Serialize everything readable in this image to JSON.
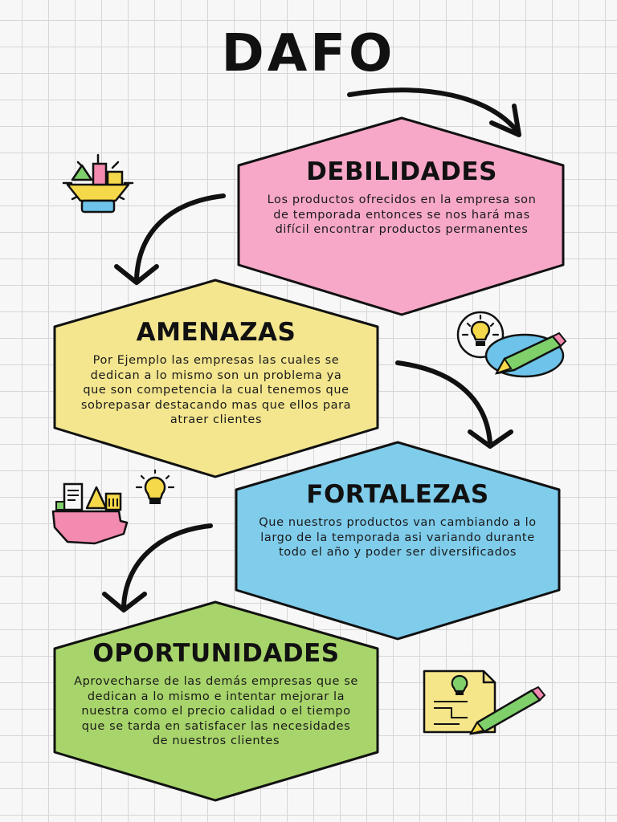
{
  "title": "DAFO",
  "cards": [
    {
      "heading": "DEBILIDADES",
      "body": "Los productos ofrecidos en la empresa son de temporada entonces se nos hará mas difícil encontrar productos permanentes",
      "color": "#f7a8c8"
    },
    {
      "heading": "AMENAZAS",
      "body": "Por Ejemplo las empresas las cuales se dedican a lo mismo son un problema ya que son competencia la cual tenemos que sobrepasar destacando mas que ellos para atraer clientes",
      "color": "#f4e68f"
    },
    {
      "heading": "FORTALEZAS",
      "body": "Que nuestros productos van cambiando a lo largo de la temporada asi variando durante todo el año y poder ser diversificados",
      "color": "#7fcceb"
    },
    {
      "heading": "OPORTUNIDADES",
      "body": "Aprovecharse de las demás empresas que se dedican a lo mismo e intentar mejorar la nuestra como el precio calidad o el tiempo que se tarda en satisfacer las necesidades de nuestros clientes",
      "color": "#a8d56b"
    }
  ],
  "icons": [
    "lightbulb-toolbox-icon",
    "lightbulb-pencil-icon",
    "toolbox-lightbulb-icon",
    "document-pencil-icon"
  ],
  "palette": {
    "ink": "#111111",
    "yellow": "#f6d94a",
    "blue": "#6ec3ea",
    "green": "#7fcf6a",
    "pink": "#f38ab0",
    "grid": "#d6d6d6"
  }
}
